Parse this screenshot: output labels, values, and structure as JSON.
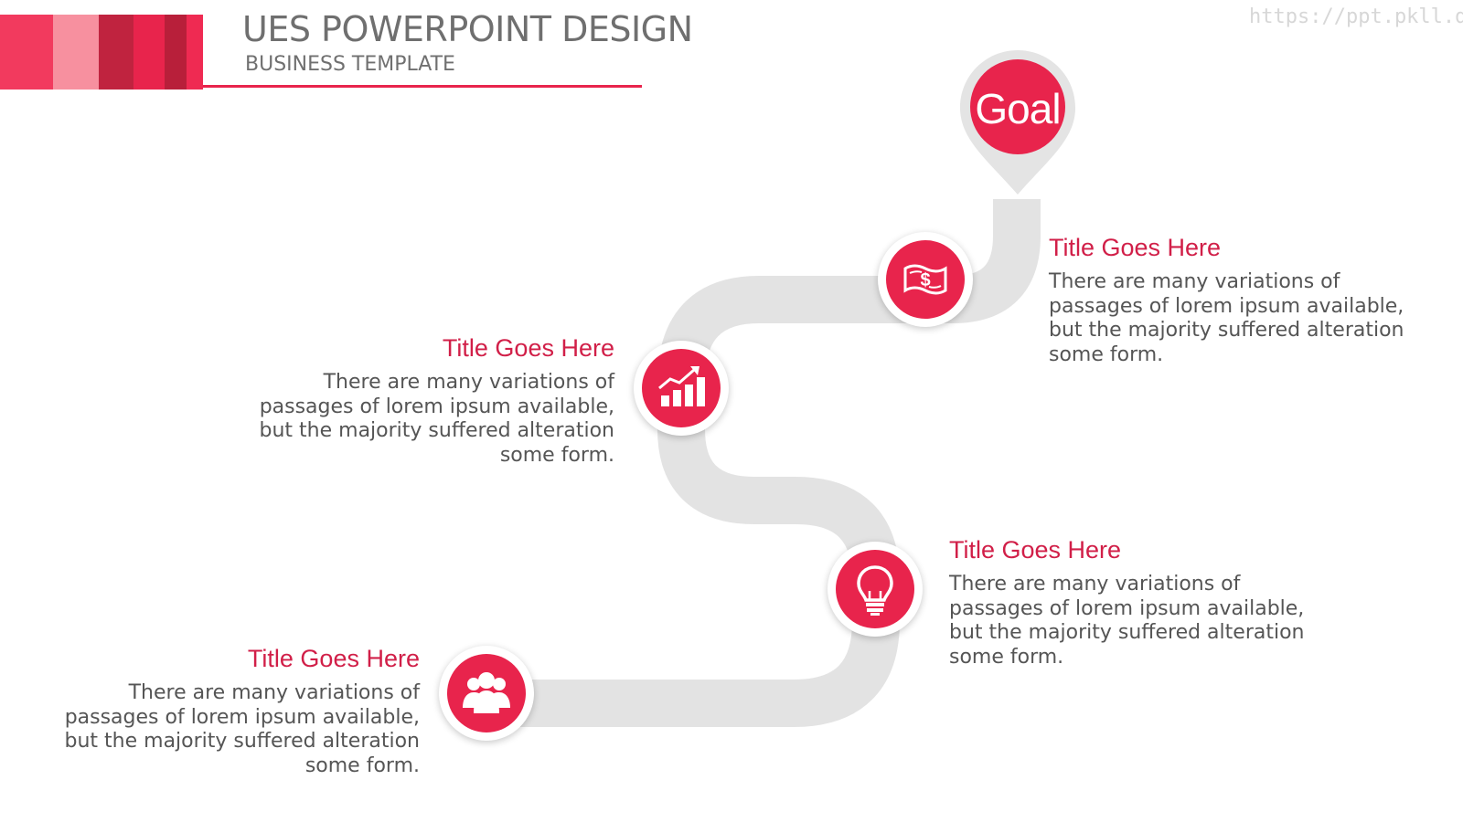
{
  "header": {
    "title": "UES POWERPOINT DESIGN",
    "subtitle": "BUSINESS TEMPLATE",
    "watermark": "https://ppt.pkll.de"
  },
  "colors": {
    "accent": "#e8244c",
    "title_red": "#d11f48",
    "road_gray": "#e3e3e3",
    "text_gray": "#555555"
  },
  "goal": {
    "label": "Goal"
  },
  "steps": [
    {
      "icon": "money-icon",
      "title": "Title Goes Here",
      "text": "There are many variations of passages of lorem ipsum available, but the majority suffered alteration some form."
    },
    {
      "icon": "chart-growth-icon",
      "title": "Title Goes Here",
      "text": "There are many variations of passages of lorem ipsum available, but the majority suffered alteration some form."
    },
    {
      "icon": "lightbulb-icon",
      "title": "Title Goes Here",
      "text": "There are many variations of passages of lorem ipsum available, but the majority suffered alteration some form."
    },
    {
      "icon": "team-icon",
      "title": "Title Goes Here",
      "text": "There are many variations of passages of lorem ipsum available, but the majority suffered alteration some form."
    }
  ]
}
